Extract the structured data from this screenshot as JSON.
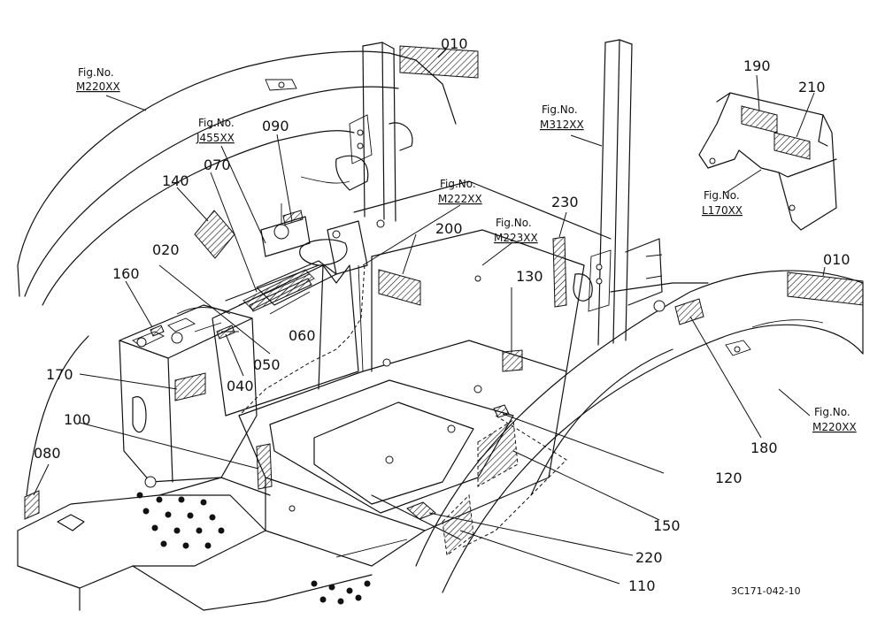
{
  "part_labels": {
    "p010a": "010",
    "p010b": "010",
    "p020": "020",
    "p040": "040",
    "p050": "050",
    "p060": "060",
    "p070": "070",
    "p080": "080",
    "p090": "090",
    "p100": "100",
    "p110": "110",
    "p120": "120",
    "p130": "130",
    "p140": "140",
    "p150": "150",
    "p160": "160",
    "p170": "170",
    "p180": "180",
    "p190": "190",
    "p200": "200",
    "p210": "210",
    "p220": "220",
    "p230": "230"
  },
  "fig_refs": {
    "fig_prefix": "Fig.No.",
    "m220_left": "M220XX",
    "j455": "J455XX",
    "m312": "M312XX",
    "m222": "M222XX",
    "m223": "M223XX",
    "l170": "L170XX",
    "m220_right": "M220XX"
  },
  "drawing_code": "3C171-042-10"
}
